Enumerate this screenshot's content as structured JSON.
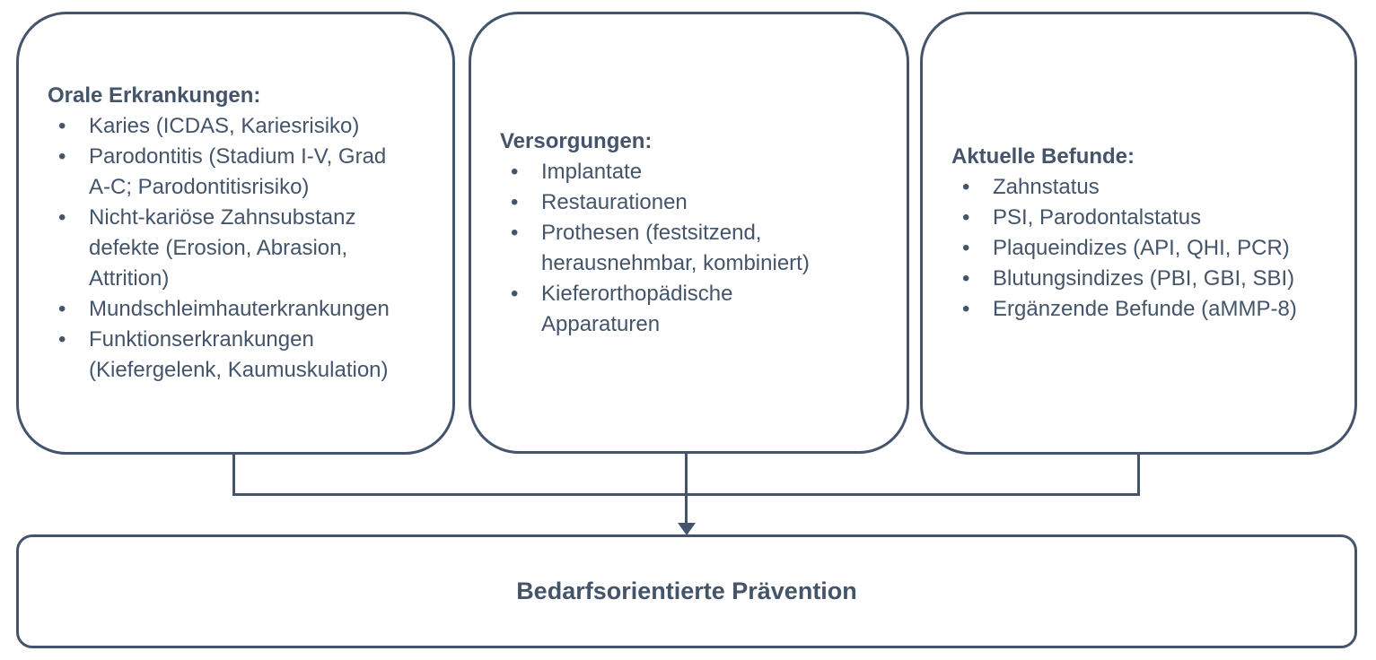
{
  "colors": {
    "accent": "#44546A",
    "background": "#FFFFFF"
  },
  "diagram": {
    "boxes": [
      {
        "id": "orale-erkrankungen",
        "header": "Orale Erkrankungen:",
        "items": [
          "Karies (ICDAS, Kariesrisiko)",
          "Parodontitis (Stadium I-V, Grad\nA-C; Parodontitisrisiko)",
          "Nicht-kariöse Zahnsubstanz\ndefekte (Erosion, Abrasion,\nAttrition)",
          "Mundschleimhauterkrankungen",
          "Funktionserkrankungen\n(Kiefergelenk, Kaumuskulation)"
        ]
      },
      {
        "id": "versorgungen",
        "header": "Versorgungen:",
        "items": [
          "Implantate",
          "Restaurationen",
          "Prothesen (festsitzend,\nherausnehmbar, kombiniert)",
          "Kieferorthopädische\nApparaturen"
        ]
      },
      {
        "id": "aktuelle-befunde",
        "header": "Aktuelle Befunde:",
        "items": [
          "Zahnstatus",
          "PSI, Parodontalstatus",
          "Plaqueindizes (API, QHI, PCR)",
          "Blutungsindizes (PBI, GBI, SBI)",
          "Ergänzende Befunde (aMMP-8)"
        ]
      }
    ],
    "result_box": {
      "label": "Bedarfsorientierte Prävention"
    }
  }
}
